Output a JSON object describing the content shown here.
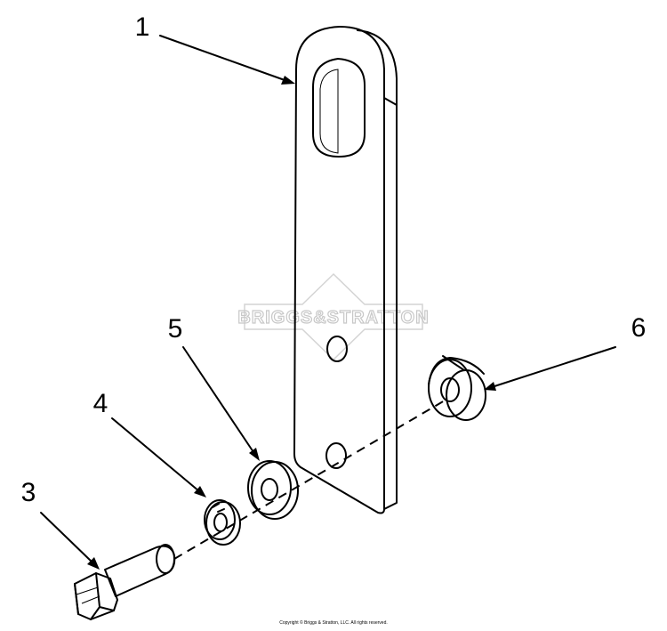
{
  "diagram": {
    "callouts": [
      "1",
      "3",
      "4",
      "5",
      "6"
    ],
    "watermark": "BRIGGS&STRATTON",
    "copyright": "Copyright © Briggs & Stratton, LLC. All rights reserved."
  }
}
